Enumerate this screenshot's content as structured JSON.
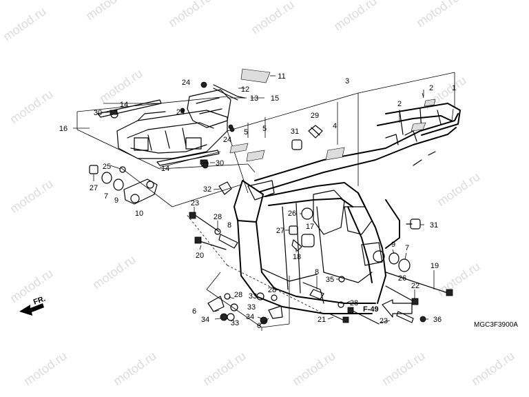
{
  "watermark": {
    "text": "motod.ru"
  },
  "diagram_code": "MGC3F3900A",
  "direction_label": "FR.",
  "reference_label": "F-49",
  "callouts": [
    {
      "id": "c11",
      "text": "11"
    },
    {
      "id": "c3",
      "text": "3"
    },
    {
      "id": "c2a",
      "text": "2"
    },
    {
      "id": "c1",
      "text": "1"
    },
    {
      "id": "c24a",
      "text": "24"
    },
    {
      "id": "c12",
      "text": "12"
    },
    {
      "id": "c13",
      "text": "13"
    },
    {
      "id": "c15",
      "text": "15"
    },
    {
      "id": "c14a",
      "text": "14"
    },
    {
      "id": "c30a",
      "text": "30"
    },
    {
      "id": "c24b",
      "text": "24"
    },
    {
      "id": "c16",
      "text": "16"
    },
    {
      "id": "c29",
      "text": "29"
    },
    {
      "id": "c2b",
      "text": "2"
    },
    {
      "id": "c4",
      "text": "4"
    },
    {
      "id": "c5a",
      "text": "5"
    },
    {
      "id": "c5b",
      "text": "5"
    },
    {
      "id": "c24c",
      "text": "24"
    },
    {
      "id": "c31a",
      "text": "31"
    },
    {
      "id": "c14b",
      "text": "14"
    },
    {
      "id": "c30b",
      "text": "30"
    },
    {
      "id": "c25",
      "text": "25"
    },
    {
      "id": "c27a",
      "text": "27"
    },
    {
      "id": "c7a",
      "text": "7"
    },
    {
      "id": "c9a",
      "text": "9"
    },
    {
      "id": "c10",
      "text": "10"
    },
    {
      "id": "c32",
      "text": "32"
    },
    {
      "id": "c23a",
      "text": "23"
    },
    {
      "id": "c26a",
      "text": "26"
    },
    {
      "id": "c28a",
      "text": "28"
    },
    {
      "id": "c8a",
      "text": "8"
    },
    {
      "id": "c27b",
      "text": "27"
    },
    {
      "id": "c17",
      "text": "17"
    },
    {
      "id": "c31b",
      "text": "31"
    },
    {
      "id": "c20",
      "text": "20"
    },
    {
      "id": "c18",
      "text": "18"
    },
    {
      "id": "c9b",
      "text": "9"
    },
    {
      "id": "c7b",
      "text": "7"
    },
    {
      "id": "c26b",
      "text": "26"
    },
    {
      "id": "c19",
      "text": "19"
    },
    {
      "id": "c8b",
      "text": "8"
    },
    {
      "id": "c35",
      "text": "35"
    },
    {
      "id": "c22",
      "text": "22"
    },
    {
      "id": "c28b",
      "text": "28"
    },
    {
      "id": "c33a",
      "text": "33"
    },
    {
      "id": "c28c",
      "text": "28"
    },
    {
      "id": "c6a",
      "text": "6"
    },
    {
      "id": "c34a",
      "text": "34"
    },
    {
      "id": "c33b",
      "text": "33"
    },
    {
      "id": "c33c",
      "text": "33"
    },
    {
      "id": "c34b",
      "text": "34"
    },
    {
      "id": "c6b",
      "text": "6"
    },
    {
      "id": "c28d",
      "text": "28"
    },
    {
      "id": "c21",
      "text": "21"
    },
    {
      "id": "c23b",
      "text": "23"
    },
    {
      "id": "c36",
      "text": "36"
    }
  ]
}
